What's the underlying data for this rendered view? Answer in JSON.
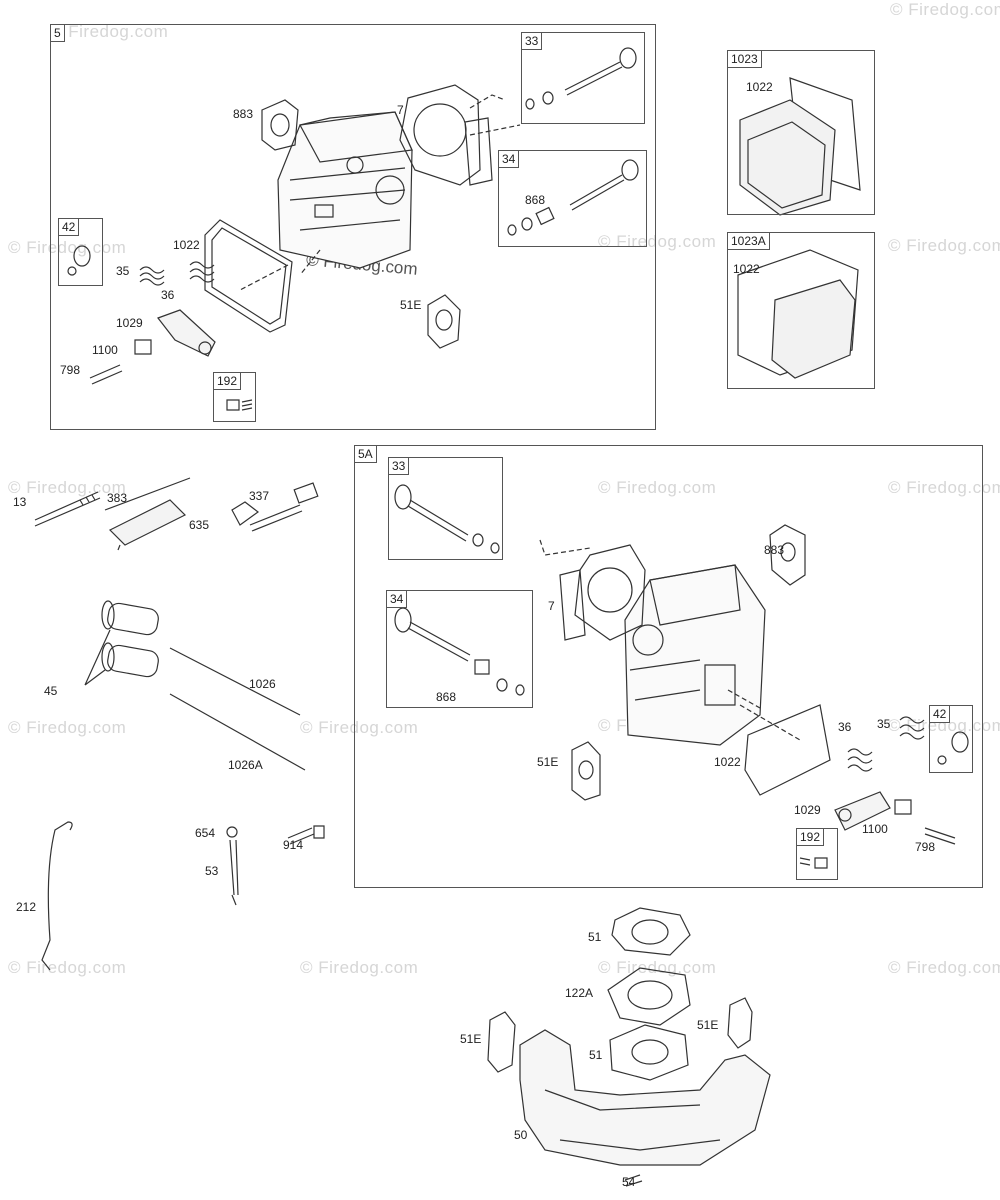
{
  "watermark": "© Firedog.com",
  "groups": {
    "g5": "5",
    "g33a": "33",
    "g34a": "34",
    "g42a": "42",
    "g192a": "192",
    "g1023": "1023",
    "g1023a": "1023A",
    "g5a": "5A",
    "g33b": "33",
    "g34b": "34",
    "g42b": "42",
    "g192b": "192"
  },
  "labels": {
    "p883a": "883",
    "p7a": "7",
    "p1022a": "1022",
    "p35a": "35",
    "p36a": "36",
    "p1029a": "1029",
    "p1100a": "1100",
    "p798a": "798",
    "p51ea": "51E",
    "p868a": "868",
    "p1022b": "1022",
    "p1022c": "1022",
    "p13": "13",
    "p383": "383",
    "p337": "337",
    "p635": "635",
    "p45": "45",
    "p1026": "1026",
    "p1026a": "1026A",
    "p654": "654",
    "p914": "914",
    "p53": "53",
    "p212": "212",
    "p883b": "883",
    "p7b": "7",
    "p868b": "868",
    "p51eb": "51E",
    "p1022d": "1022",
    "p36b": "36",
    "p35b": "35",
    "p1029b": "1029",
    "p1100b": "1100",
    "p798b": "798",
    "p51a": "51",
    "p122a": "122A",
    "p51ec": "51E",
    "p51ed": "51E",
    "p51b": "51",
    "p50": "50",
    "p54": "54"
  }
}
